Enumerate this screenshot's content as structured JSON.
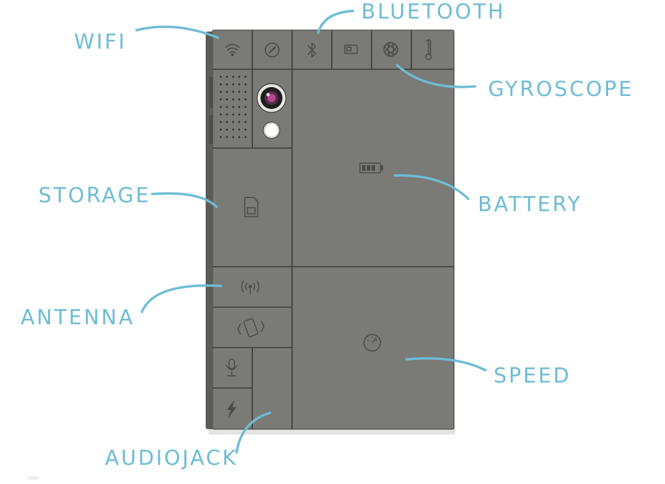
{
  "colors": {
    "annotation": "#6dbcd6",
    "phone_body": "#7a7a76",
    "phone_edge": "#585855",
    "module_line": "#3a3a38",
    "icon": "#4a4a48",
    "background": "#ffffff"
  },
  "labels": {
    "wifi": "WIFI",
    "bluetooth": "BLUETOOTH",
    "gyroscope": "GYROSCOPE",
    "storage": "STORAGE",
    "battery": "BATTERY",
    "antenna": "ANTENNA",
    "speed": "SPEED",
    "audiojack": "AUDIOJACK"
  },
  "icons": {
    "wifi_module": "wifi-icon",
    "compass_module": "compass-icon",
    "bluetooth_module": "bluetooth-icon",
    "card_module": "sim-card-icon",
    "gyro_module": "gyroscope-icon",
    "thermo_module": "thermometer-icon",
    "speaker_module": "speaker-grille",
    "camera_module": "camera-lens",
    "flash_module": "flash-led",
    "battery_module": "battery-icon",
    "storage_module": "sd-card-icon",
    "antenna_module": "antenna-icon",
    "vibration_module": "vibration-icon",
    "mic_module": "microphone-icon",
    "power_module": "lightning-icon",
    "speed_module": "speedometer-icon"
  }
}
